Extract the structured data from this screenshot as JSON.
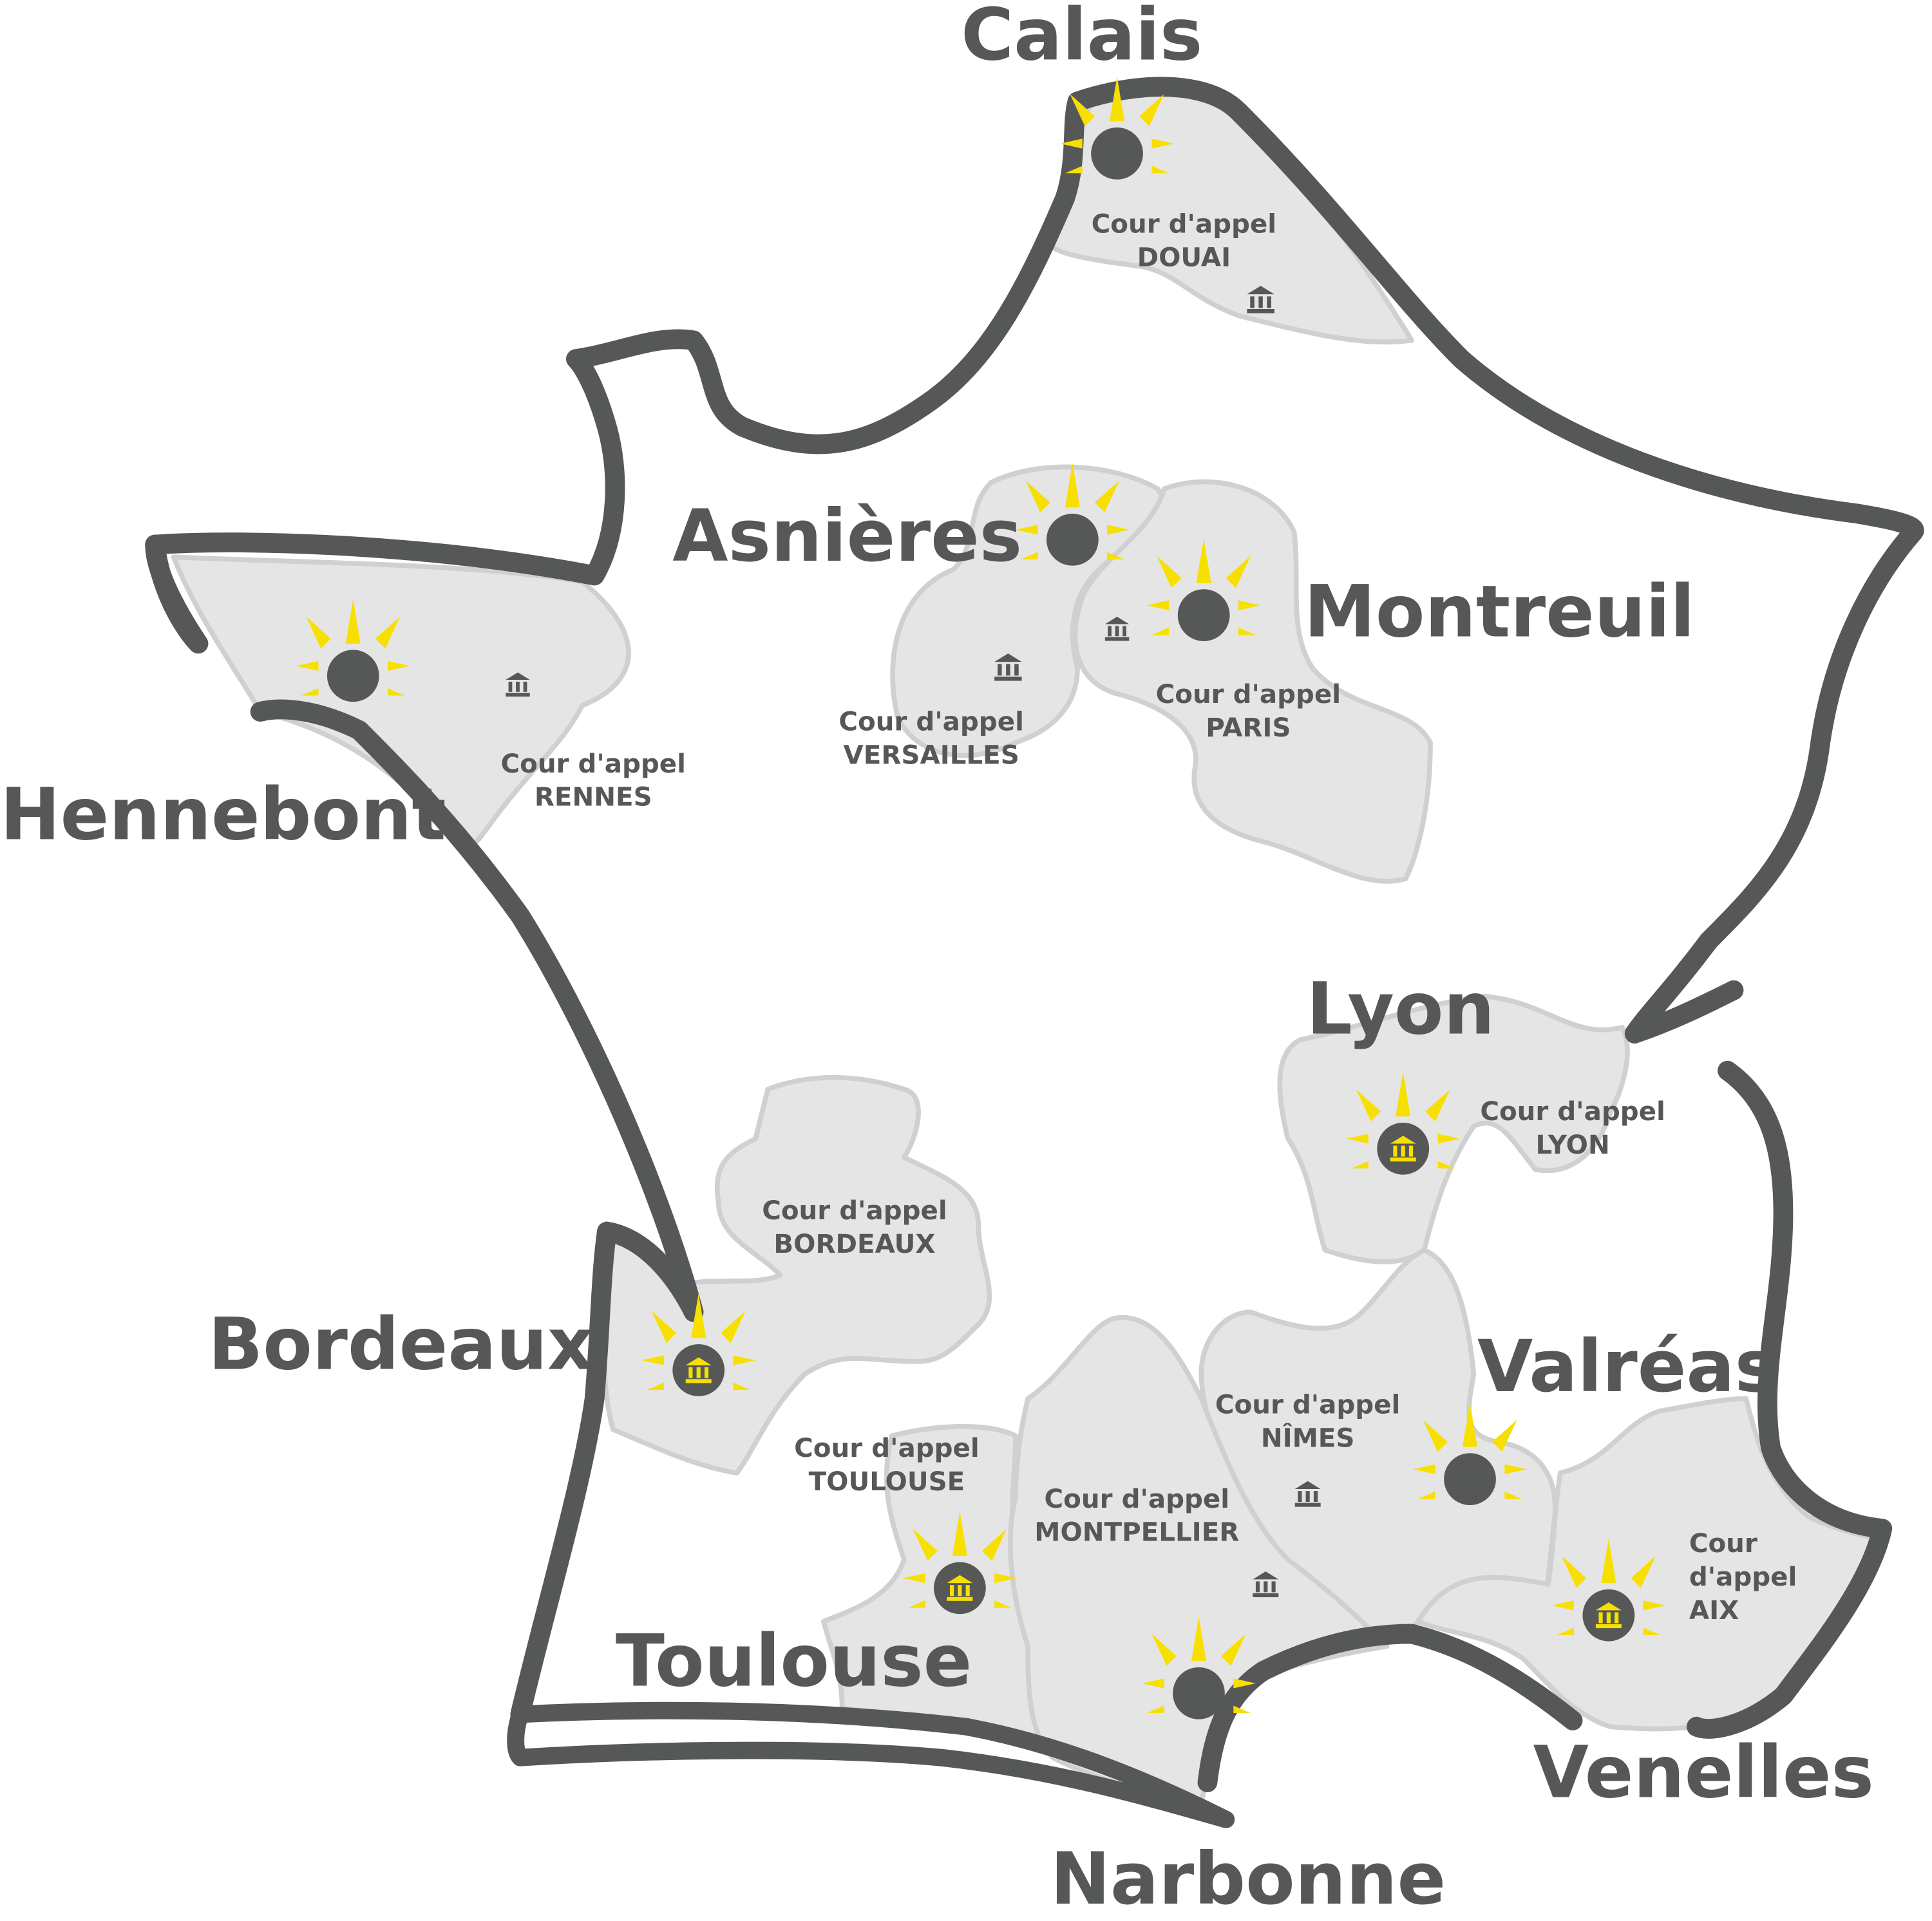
{
  "title": "Carte des Cours d'appel - France",
  "colors": {
    "outline": "#565857",
    "region_fill": "#e5e5e5",
    "region_stroke": "#d0d0d0",
    "sun_rays": "#f7e000",
    "text": "#565857",
    "background": "#ffffff"
  },
  "cities": [
    {
      "name": "Calais",
      "marker": "sun-dot"
    },
    {
      "name": "Asnières",
      "marker": "sun-dot"
    },
    {
      "name": "Montreuil",
      "marker": "sun-dot"
    },
    {
      "name": "Hennebont",
      "marker": "sun-dot"
    },
    {
      "name": "Lyon",
      "marker": "sun-courthouse"
    },
    {
      "name": "Bordeaux",
      "marker": "sun-courthouse"
    },
    {
      "name": "Valréas",
      "marker": "sun-dot"
    },
    {
      "name": "Toulouse",
      "marker": "sun-courthouse"
    },
    {
      "name": "Venelles",
      "marker": "sun-courthouse"
    },
    {
      "name": "Narbonne",
      "marker": "sun-dot"
    }
  ],
  "courts": [
    {
      "line1": "Cour d'appel",
      "line2": "DOUAI",
      "icon": "courthouse-icon"
    },
    {
      "line1": "Cour d'appel",
      "line2": "RENNES",
      "icon": "courthouse-icon"
    },
    {
      "line1": "Cour d'appel",
      "line2": "VERSAILLES",
      "icon": "courthouse-icon"
    },
    {
      "line1": "Cour d'appel",
      "line2": "PARIS",
      "icon": "courthouse-icon"
    },
    {
      "line1": "Cour d'appel",
      "line2": "LYON",
      "icon": "courthouse-icon"
    },
    {
      "line1": "Cour d'appel",
      "line2": "BORDEAUX",
      "icon": "courthouse-icon"
    },
    {
      "line1": "Cour d'appel",
      "line2": "NÎMES",
      "icon": "courthouse-icon"
    },
    {
      "line1": "Cour d'appel",
      "line2": "TOULOUSE",
      "icon": "courthouse-icon"
    },
    {
      "line1": "Cour d'appel",
      "line2": "MONTPELLIER",
      "icon": "courthouse-icon"
    },
    {
      "line0": "Cour",
      "line1": "d'appel",
      "line2": "AIX",
      "icon": "courthouse-icon"
    }
  ]
}
